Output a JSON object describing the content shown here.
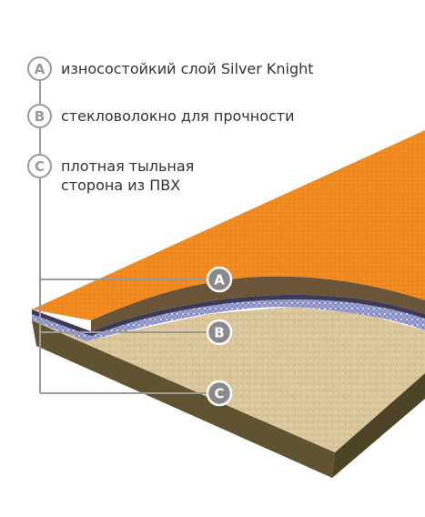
{
  "legend": [
    {
      "letter": "A",
      "lines": [
        "износостойкий слой Silver Knight"
      ]
    },
    {
      "letter": "B",
      "lines": [
        "стекловолокно для прочности"
      ]
    },
    {
      "letter": "C",
      "lines": [
        "плотная тыльная",
        "сторона из ПВХ"
      ]
    }
  ],
  "markers": [
    "A",
    "B",
    "C"
  ],
  "colors": {
    "orange_top": "#f08a1f",
    "orange_edge": "#c8660e",
    "mesh_layer": "#8d92c4",
    "beige_base": "#d9c79a",
    "brown_edge": "#5f5331",
    "leader_line": "#9a9a9a"
  }
}
